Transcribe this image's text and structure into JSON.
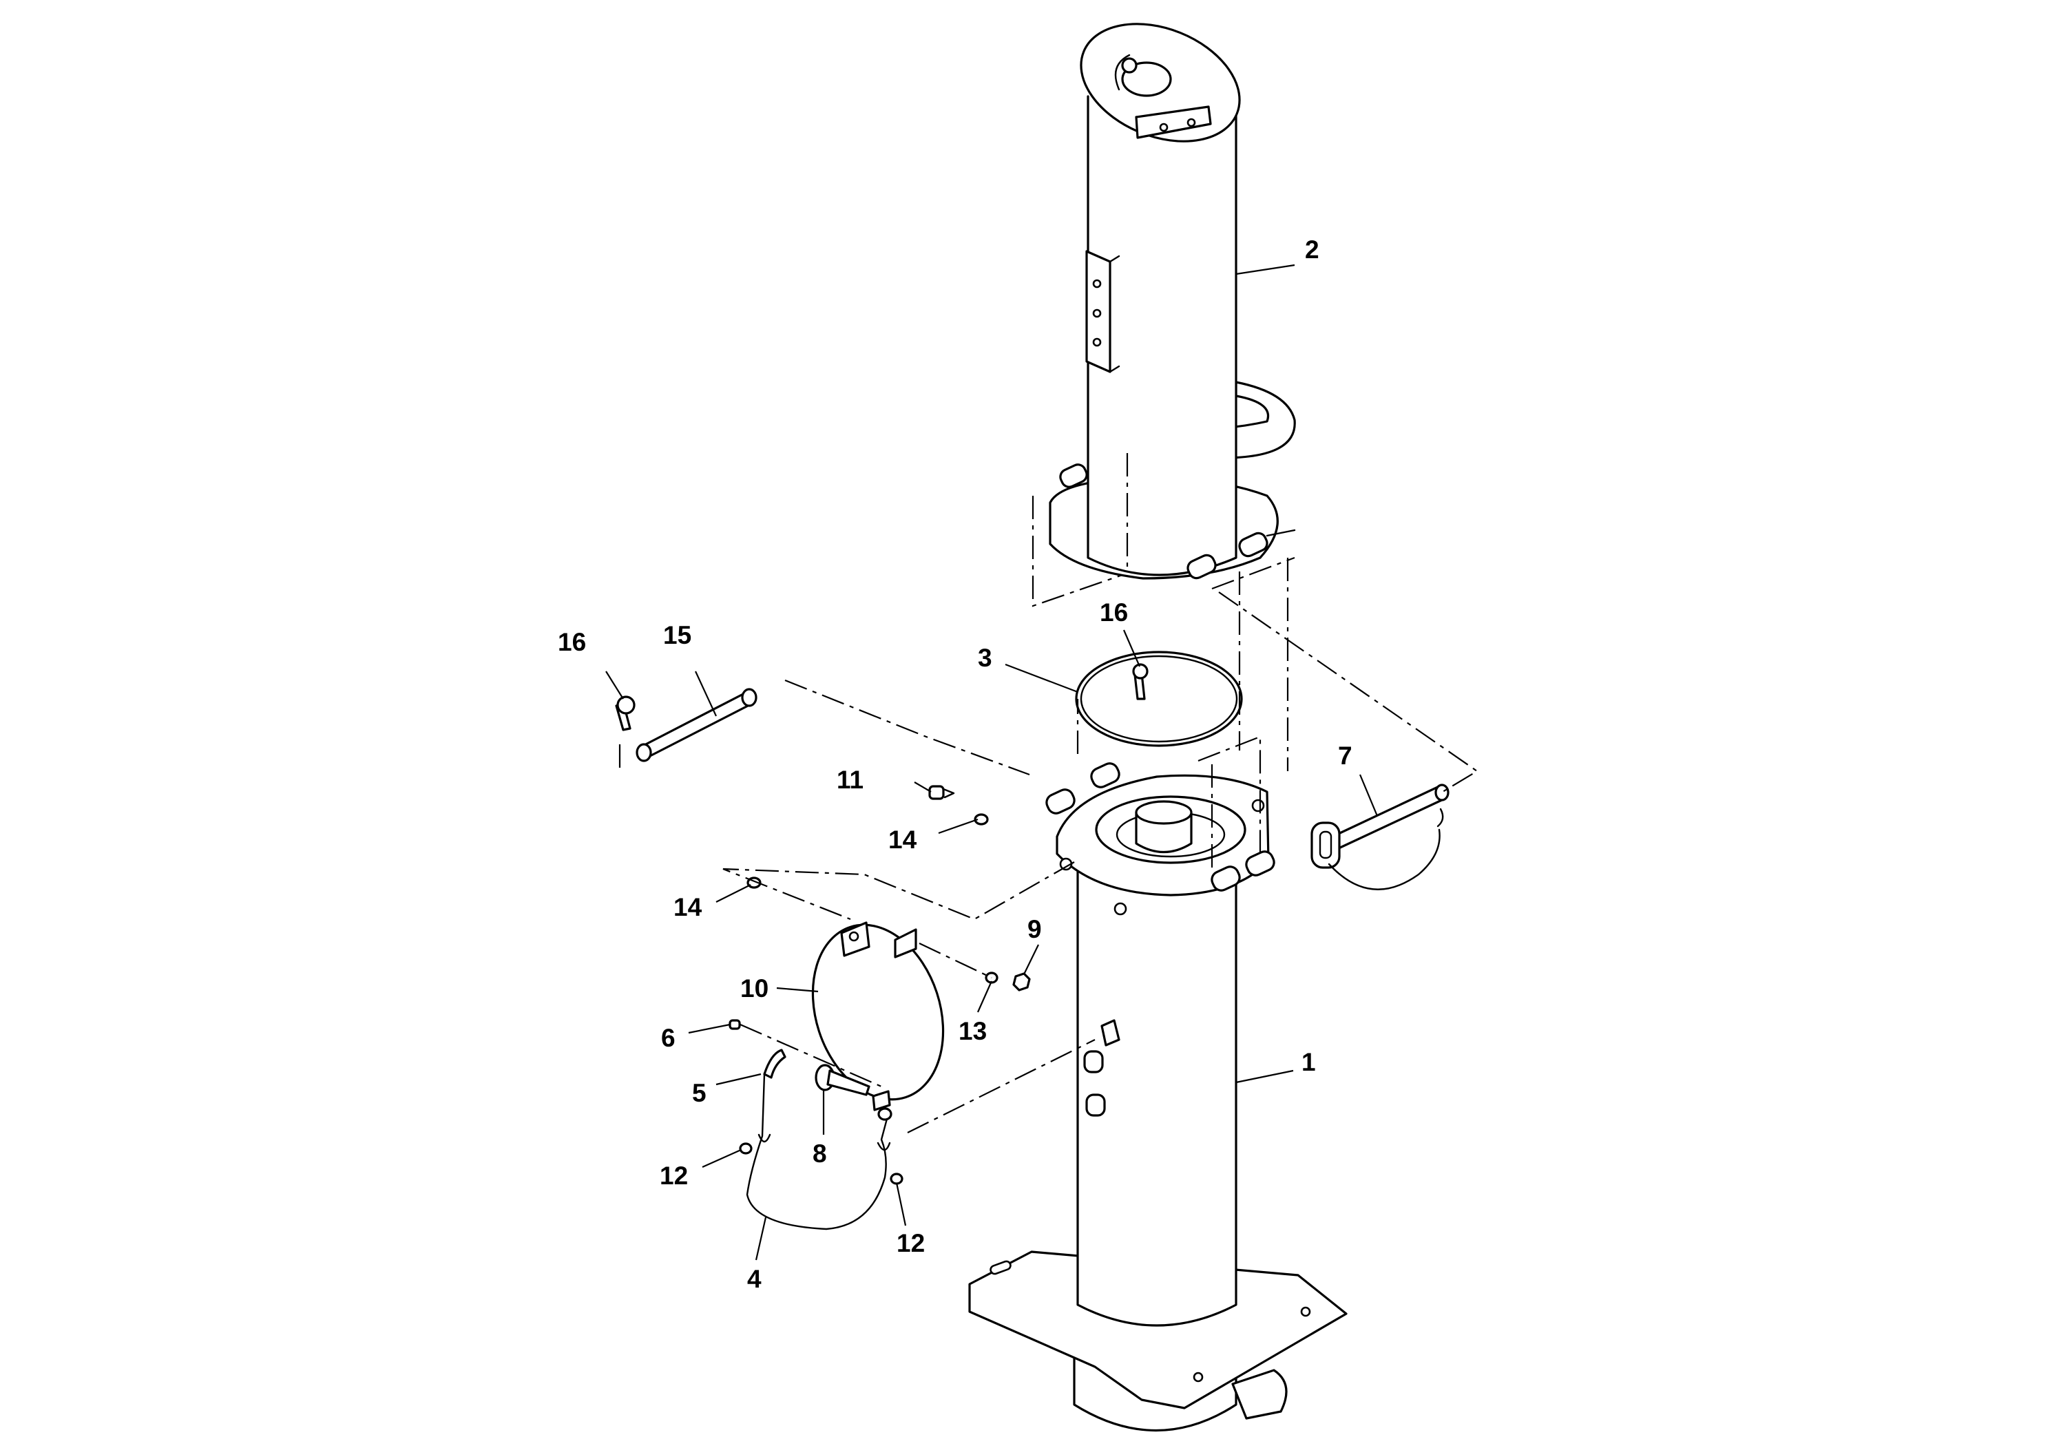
{
  "callouts": {
    "c1": "1",
    "c2": "2",
    "c3": "3",
    "c4": "4",
    "c5": "5",
    "c6": "6",
    "c7": "7",
    "c8": "8",
    "c9": "9",
    "c10": "10",
    "c11": "11",
    "c12a": "12",
    "c12b": "12",
    "c13": "13",
    "c14a": "14",
    "c14b": "14",
    "c15": "15",
    "c16a": "16",
    "c16b": "16"
  },
  "colors": {
    "line": "#000000",
    "background": "#ffffff"
  }
}
